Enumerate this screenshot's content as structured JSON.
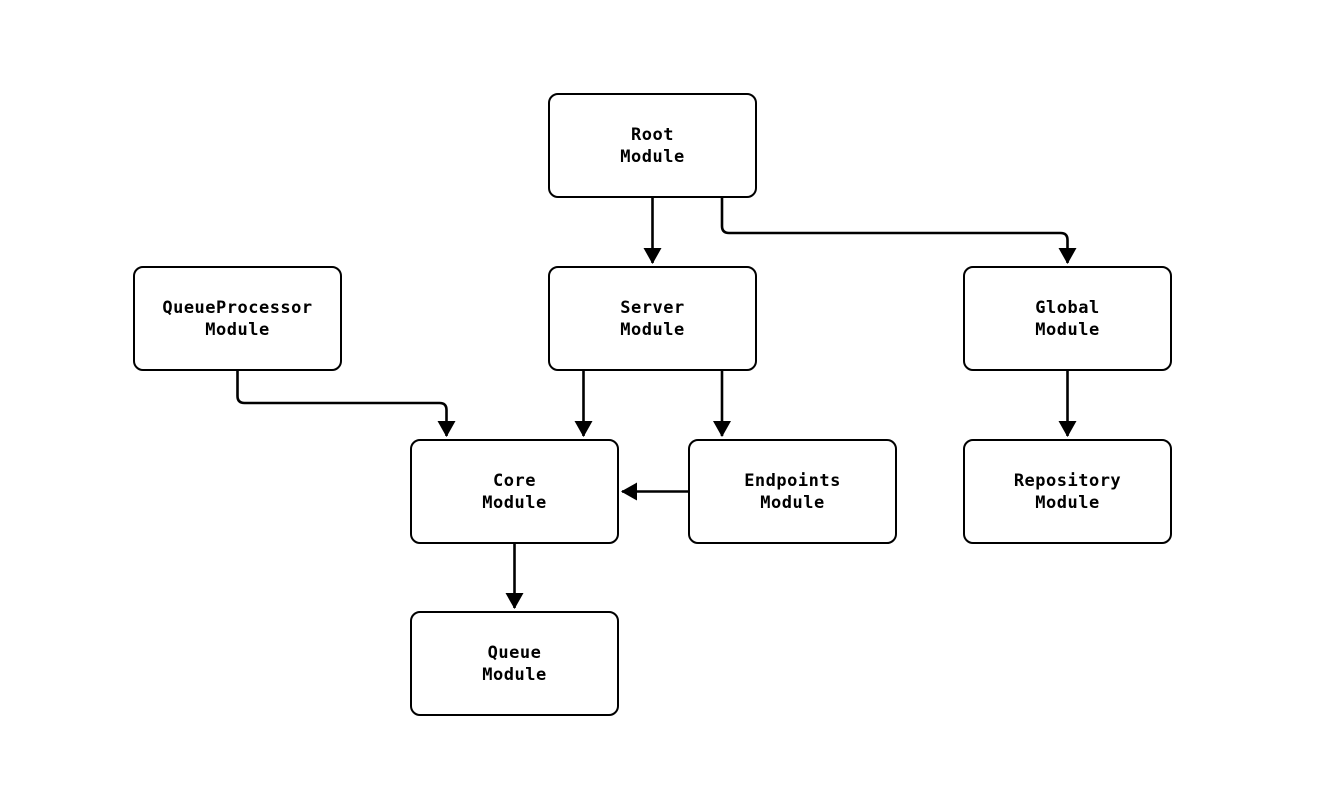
{
  "diagram": {
    "type": "flowchart",
    "background_color": "#ffffff",
    "node_fill_color": "#ffffff",
    "stroke_color": "#000000",
    "text_color": "#000000",
    "nodes": [
      {
        "id": "root",
        "label_lines": [
          "Root",
          "Module"
        ]
      },
      {
        "id": "queueprocessor",
        "label_lines": [
          "QueueProcessor",
          "Module"
        ]
      },
      {
        "id": "server",
        "label_lines": [
          "Server",
          "Module"
        ]
      },
      {
        "id": "global",
        "label_lines": [
          "Global",
          "Module"
        ]
      },
      {
        "id": "core",
        "label_lines": [
          "Core",
          "Module"
        ]
      },
      {
        "id": "endpoints",
        "label_lines": [
          "Endpoints",
          "Module"
        ]
      },
      {
        "id": "repository",
        "label_lines": [
          "Repository",
          "Module"
        ]
      },
      {
        "id": "queue",
        "label_lines": [
          "Queue",
          "Module"
        ]
      }
    ],
    "edges": [
      {
        "from": "root",
        "to": "server"
      },
      {
        "from": "root",
        "to": "global"
      },
      {
        "from": "queueprocessor",
        "to": "core"
      },
      {
        "from": "server",
        "to": "core"
      },
      {
        "from": "server",
        "to": "endpoints"
      },
      {
        "from": "endpoints",
        "to": "core"
      },
      {
        "from": "global",
        "to": "repository"
      },
      {
        "from": "core",
        "to": "queue"
      }
    ]
  }
}
